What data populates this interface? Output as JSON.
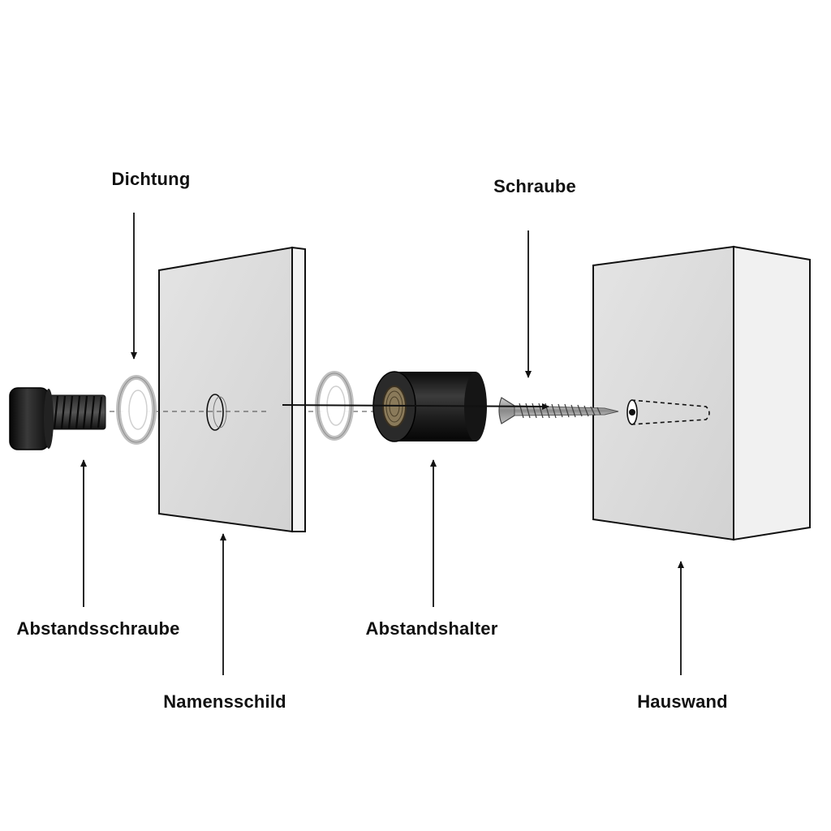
{
  "labels": {
    "dichtung": "Dichtung",
    "schraube": "Schraube",
    "abstandsschraube": "Abstandsschraube",
    "abstandshalter": "Abstandshalter",
    "namensschild": "Namensschild",
    "hauswand": "Hauswand"
  },
  "colors": {
    "panel_face": "#dcdcdc",
    "panel_edge": "#f2f2f2",
    "outline": "#111111",
    "metal_dark": "#1a1a1a",
    "washer": "#e8e8e8"
  }
}
